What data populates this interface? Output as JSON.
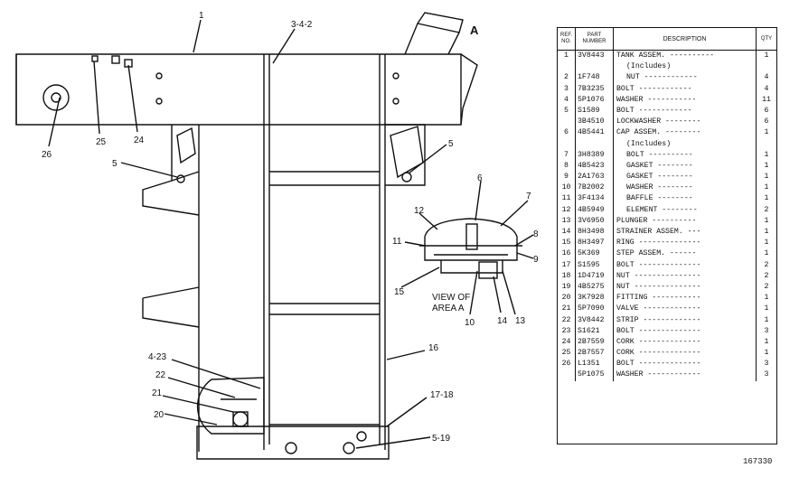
{
  "callouts": {
    "c1": "1",
    "c342": "3-4-2",
    "cA": "A",
    "c5a": "5",
    "c5b": "5",
    "c24": "24",
    "c25": "25",
    "c26": "26",
    "c6": "6",
    "c7": "7",
    "c8": "8",
    "c9": "9",
    "c10": "10",
    "c11": "11",
    "c12": "12",
    "c13": "13",
    "c14": "14",
    "c15": "15",
    "c16": "16",
    "c1718": "17-18",
    "c423": "4-23",
    "c22": "22",
    "c21": "21",
    "c20": "20",
    "c519": "5-19",
    "view_line1": "VIEW OF",
    "view_line2": "AREA A"
  },
  "table": {
    "headers": {
      "ref": "REF. NO.",
      "part": "PART NUMBER",
      "desc": "DESCRIPTION",
      "qty": "QTY"
    },
    "rows": [
      {
        "ref": "1",
        "pn": "3V8443",
        "desc": "TANK ASSEM. ----------",
        "qty": "1",
        "indent": 0
      },
      {
        "ref": "",
        "pn": "",
        "desc": "(Includes)",
        "qty": "",
        "indent": 1
      },
      {
        "ref": "2",
        "pn": "1F748",
        "desc": "NUT ------------",
        "qty": "4",
        "indent": 1
      },
      {
        "ref": "3",
        "pn": "7B3235",
        "desc": "BOLT ------------",
        "qty": "4",
        "indent": 0
      },
      {
        "ref": "4",
        "pn": "5P1076",
        "desc": "WASHER -----------",
        "qty": "11",
        "indent": 0
      },
      {
        "ref": "5",
        "pn": "S1589",
        "desc": "BOLT ------------",
        "qty": "6",
        "indent": 0
      },
      {
        "ref": "",
        "pn": "3B4510",
        "desc": "LOCKWASHER --------",
        "qty": "6",
        "indent": 0
      },
      {
        "ref": "6",
        "pn": "4B5441",
        "desc": "CAP ASSEM. --------",
        "qty": "1",
        "indent": 0
      },
      {
        "ref": "",
        "pn": "",
        "desc": "(Includes)",
        "qty": "",
        "indent": 1
      },
      {
        "ref": "7",
        "pn": "3H8389",
        "desc": "BOLT ----------",
        "qty": "1",
        "indent": 1
      },
      {
        "ref": "8",
        "pn": "4B5423",
        "desc": "GASKET --------",
        "qty": "1",
        "indent": 1
      },
      {
        "ref": "9",
        "pn": "2A1763",
        "desc": "GASKET --------",
        "qty": "1",
        "indent": 1
      },
      {
        "ref": "10",
        "pn": "7B2002",
        "desc": "WASHER --------",
        "qty": "1",
        "indent": 1
      },
      {
        "ref": "11",
        "pn": "3F4134",
        "desc": "BAFFLE --------",
        "qty": "1",
        "indent": 1
      },
      {
        "ref": "12",
        "pn": "4B5949",
        "desc": "ELEMENT --------",
        "qty": "2",
        "indent": 1
      },
      {
        "ref": "13",
        "pn": "3V6950",
        "desc": "PLUNGER ----------",
        "qty": "1",
        "indent": 0
      },
      {
        "ref": "14",
        "pn": "8H3498",
        "desc": "STRAINER ASSEM. ---",
        "qty": "1",
        "indent": 0
      },
      {
        "ref": "15",
        "pn": "8H3497",
        "desc": "RING --------------",
        "qty": "1",
        "indent": 0
      },
      {
        "ref": "16",
        "pn": "5K369",
        "desc": "STEP  ASSEM. ------",
        "qty": "1",
        "indent": 0
      },
      {
        "ref": "17",
        "pn": "S1595",
        "desc": "BOLT --------------",
        "qty": "2",
        "indent": 0
      },
      {
        "ref": "18",
        "pn": "1D4719",
        "desc": "NUT ---------------",
        "qty": "2",
        "indent": 0
      },
      {
        "ref": "19",
        "pn": "4B5275",
        "desc": "NUT ---------------",
        "qty": "2",
        "indent": 0
      },
      {
        "ref": "20",
        "pn": "3K7928",
        "desc": "FITTING -----------",
        "qty": "1",
        "indent": 0
      },
      {
        "ref": "21",
        "pn": "5P7090",
        "desc": "VALVE -------------",
        "qty": "1",
        "indent": 0
      },
      {
        "ref": "22",
        "pn": "3V8442",
        "desc": "STRIP -------------",
        "qty": "1",
        "indent": 0
      },
      {
        "ref": "23",
        "pn": "S1621",
        "desc": "BOLT --------------",
        "qty": "3",
        "indent": 0
      },
      {
        "ref": "24",
        "pn": "2B7559",
        "desc": "CORK --------------",
        "qty": "1",
        "indent": 0
      },
      {
        "ref": "25",
        "pn": "2B7557",
        "desc": "CORK --------------",
        "qty": "1",
        "indent": 0
      },
      {
        "ref": "26",
        "pn": "L1351",
        "desc": "BOLT --------------",
        "qty": "3",
        "indent": 0
      },
      {
        "ref": "",
        "pn": "5P1075",
        "desc": "WASHER ------------",
        "qty": "3",
        "indent": 0
      }
    ]
  },
  "drawing_number": "167330"
}
